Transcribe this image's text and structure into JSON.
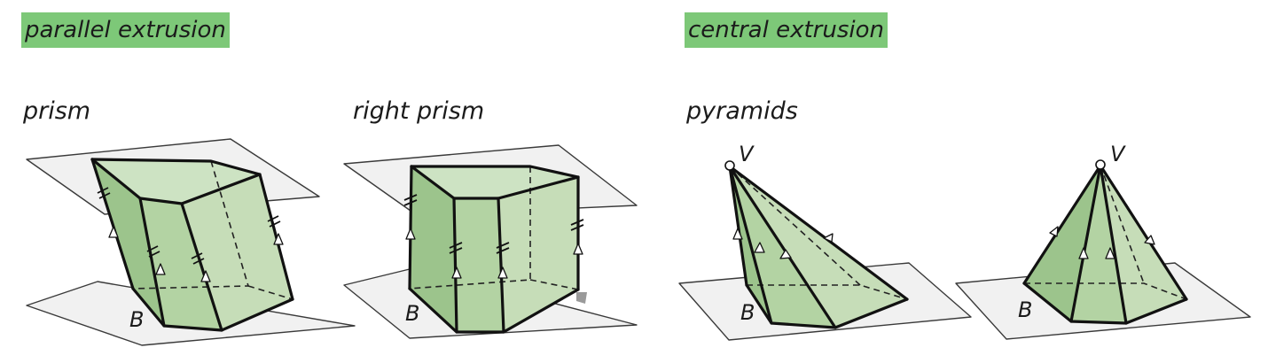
{
  "headings": {
    "parallel": "parallel extrusion",
    "central": "central extrusion"
  },
  "subtitles": {
    "prism": "prism",
    "right_prism": "right prism",
    "pyramids": "pyramids"
  },
  "labels": {
    "base": "B",
    "vertex": "V"
  },
  "colors": {
    "heading_background": "#7dc878",
    "solid_fill": "#9cc48c",
    "plane_fill": "#f1f1f1"
  }
}
